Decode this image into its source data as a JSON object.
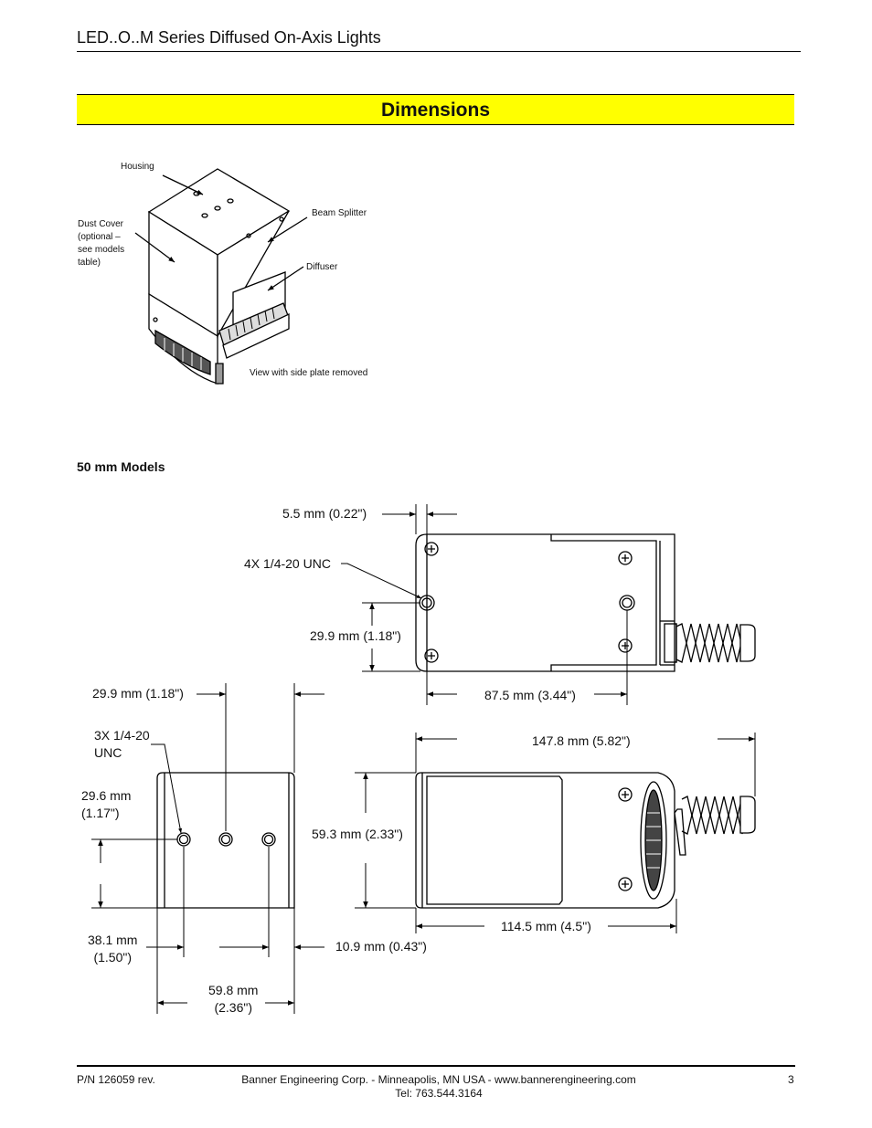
{
  "header": {
    "title": "LED..O..M Series Diffused On-Axis Lights"
  },
  "section": {
    "title": "Dimensions"
  },
  "illustration": {
    "callouts": {
      "housing": "Housing",
      "beam_splitter": "Beam Splitter",
      "dust_cover": "Dust Cover\n(optional –\nsee models\ntable)",
      "diffuser": "Diffuser",
      "view_note": "View with side plate removed"
    }
  },
  "models": {
    "heading": "50 mm Models",
    "dimensions": {
      "d_5_5": "5.5 mm (0.22\")",
      "thread_4x": "4X 1/4-20 UNC",
      "d_29_9_side": "29.9 mm (1.18\")",
      "d_87_5": "87.5 mm (3.44\")",
      "d_29_9_front": "29.9 mm (1.18\")",
      "thread_3x": "3X 1/4-20\nUNC",
      "d_29_6": "29.6 mm\n(1.17\")",
      "d_38_1": "38.1 mm\n(1.50\")",
      "d_59_8": "59.8 mm\n(2.36\")",
      "d_10_9": "10.9 mm (0.43\")",
      "d_147_8": "147.8 mm (5.82\")",
      "d_59_3": "59.3 mm (2.33\")",
      "d_114_5": "114.5 mm (4.5\")"
    }
  },
  "footer": {
    "part_number": "P/N 126059 rev.",
    "company": "Banner Engineering Corp. - Minneapolis, MN USA - www.bannerengineering.com",
    "tel": "Tel: 763.544.3164",
    "page": "3"
  }
}
